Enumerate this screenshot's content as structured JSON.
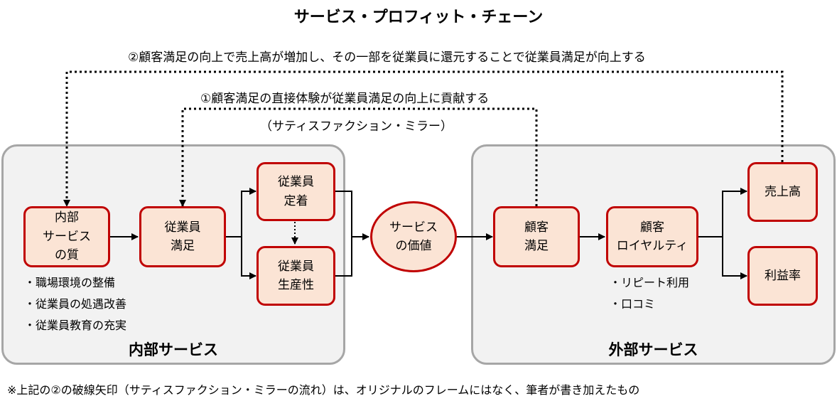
{
  "title": "サービス・プロフィット・チェーン",
  "loops": {
    "outer_label": "②顧客満足の向上で売上高が増加し、その一部を従業員に還元することで従業員満足が向上する",
    "inner_label": "①顧客満足の直接体験が従業員満足の向上に貢献する",
    "inner_sub_label": "（サティスファクション・ミラー）"
  },
  "internal": {
    "title": "内部サービス",
    "nodes": {
      "quality": [
        "内部",
        "サービス",
        "の質"
      ],
      "satisfaction": [
        "従業員",
        "満足"
      ],
      "retention": [
        "従業員",
        "定着"
      ],
      "productivity": [
        "従業員",
        "生産性"
      ]
    },
    "bullets": [
      "・職場環境の整備",
      "・従業員の処遇改善",
      "・従業員教育の充実"
    ]
  },
  "value": [
    "サービス",
    "の価値"
  ],
  "external": {
    "title": "外部サービス",
    "nodes": {
      "customer_satisfaction": [
        "顧客",
        "満足"
      ],
      "loyalty": [
        "顧客",
        "ロイヤルティ"
      ],
      "sales": [
        "売上高"
      ],
      "profit": [
        "利益率"
      ]
    },
    "bullets": [
      "・リピート利用",
      "・口コミ"
    ]
  },
  "footnote": "※上記の②の破線矢印（サティスファクション・ミラーの流れ）は、オリジナルのフレームにはなく、筆者が書き加えたもの",
  "colors": {
    "node_fill": "#fbe4d5",
    "node_border": "#c00000",
    "panel_fill": "#f2f2f2",
    "panel_border": "#a6a6a6"
  }
}
